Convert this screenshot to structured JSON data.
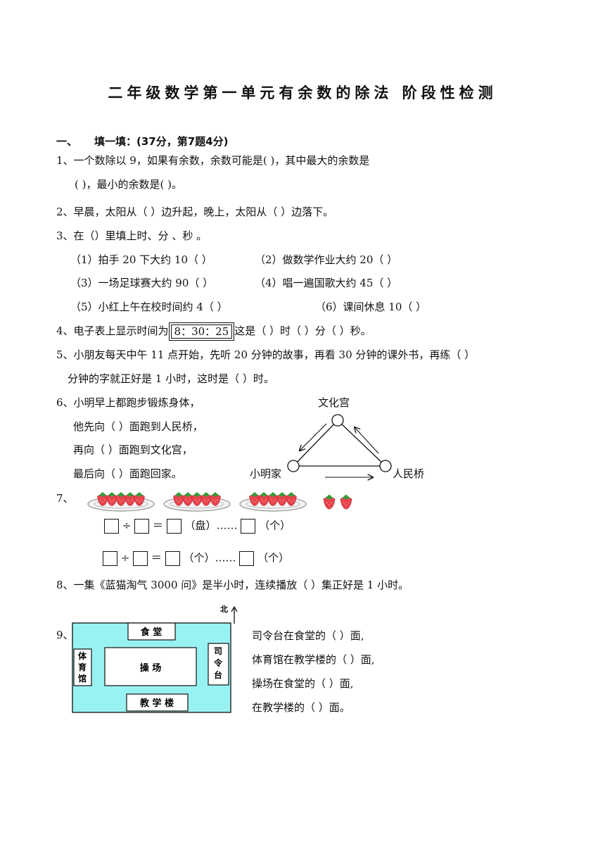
{
  "title": "二年级数学第一单元有余数的除法  阶段性检测",
  "section1": {
    "num": "一、",
    "heading": "填一填：(37分，第7题4分)"
  },
  "q1": {
    "line1": "1、一个数除以 9，如果有余数，余数可能是(                    )，其中最大的余数是",
    "line2": "(        )，最小的余数是(        )。"
  },
  "q2": "2、早晨，太阳从（        ）边升起，晚上，太阳从（          ）边落下。",
  "q3": {
    "stem": "3、在（）里填上时、分 、秒 。",
    "r1a": "（1）拍手 20 下大约 10（       ）",
    "r1b": "（2）做数学作业大约 20（       ）",
    "r2a": "（3）一场足球赛大约 90（       ）",
    "r2b": "（4）唱一遍国歌大约 45（       ）",
    "r3a": "（5）小红上午在校时间约 4（               ）",
    "r3b": "（6）课间休息 10（                ）"
  },
  "q4": {
    "pre": "4、电子表上显示时间为",
    "time": "8：30：25",
    "post": "这是（     ）时（    ）分（     ）秒。"
  },
  "q5": {
    "line1": "5、小朋友每天中午 11 点开始，先听 20 分钟的故事，再看 30 分钟的课外书，再练（         ）",
    "line2": "分钟的字就正好是 1 小时，这时是（        ）时。"
  },
  "q6": {
    "l1": "6、小明早上都跑步锻炼身体，",
    "l2": "他先向（    ）面跑到人民桥，",
    "l3": "再向（      ）面跑到文化宫，",
    "l4": "最后向（     ）面跑回家。",
    "top": "文化宫",
    "left": "小明家",
    "right": "人民桥"
  },
  "q7": {
    "num": "7、",
    "plates": 3,
    "per_plate": 5,
    "extra": 2,
    "u1": "（盘）……",
    "u2": "（个）",
    "u3": "（个）……",
    "u4": "（个）",
    "div": "÷",
    "eq": "＝"
  },
  "q8": "8、一集《蓝猫淘气 3000 问》是半小时，连续播放（        ）集正好是 1 小时。",
  "q9": {
    "num": "9、",
    "north": "北",
    "canteen": "食  堂",
    "gym": "体育馆",
    "field": "操    场",
    "stage": "司令台",
    "building": "教 学 楼",
    "s1": "司令台在食堂的（          ）面,",
    "s2": "体育馆在教学楼的（          ）面,",
    "s3": "操场在食堂的（          ）面,",
    "s4": "在教学楼的（         ）面。"
  },
  "colors": {
    "map_fill": "#99f2f2",
    "strawberry": "#e8434f"
  }
}
